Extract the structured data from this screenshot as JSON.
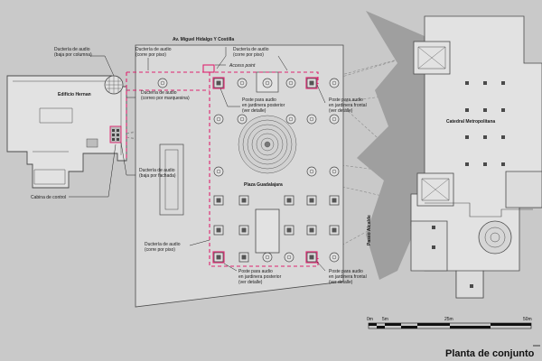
{
  "colors": {
    "background": "#c9c9c9",
    "plaza": "#d9d9d9",
    "building": "#e2e2e2",
    "outline": "#4a4a4a",
    "shadow": "#9a9a9a",
    "audio_route": "#e0226e",
    "sightline": "#8a8a8a"
  },
  "labels": {
    "street_top": "Av. Miguel Hidalgo Y Costilla",
    "street_right": "Paseo Alcalde",
    "edificio": "Edificio Hernan",
    "catedral": "Catedral Metropolitana",
    "plaza": "Plaza Guadalajara",
    "access_point": "Access point",
    "ducteria_columna": [
      "Ductería de audio",
      "(baja por columna)"
    ],
    "ducteria_piso_top": [
      "Ductería de audio",
      "(corre por piso)"
    ],
    "ducteria_piso_top2": [
      "Ductería de audio",
      "(corre por piso)"
    ],
    "ducteria_marquesina": [
      "Ductería de audio",
      "(correo por marquesina)"
    ],
    "ducteria_fachada": [
      "Ductería de audio",
      "(baja por fachada)"
    ],
    "ducteria_piso_bottom": [
      "Ductería de audio",
      "(corre por piso)"
    ],
    "poste_posterior_top": [
      "Poste para audio",
      "en jardinera posterior",
      "(ver detalle)"
    ],
    "poste_frontal_top": [
      "Poste para audio",
      "en jardinera frontal",
      "(ver detalle)"
    ],
    "poste_posterior_bottom": [
      "Poste para audio",
      "en jardinera posterior",
      "(ver detalle)"
    ],
    "poste_frontal_bottom": [
      "Poste para audio",
      "en jardinera frontal",
      "(ver detalle)"
    ],
    "cabina": "Cabina de control",
    "title": "Planta de conjunto"
  },
  "scale": {
    "ticks": [
      "0m",
      "5m",
      "25m",
      "50m"
    ]
  }
}
